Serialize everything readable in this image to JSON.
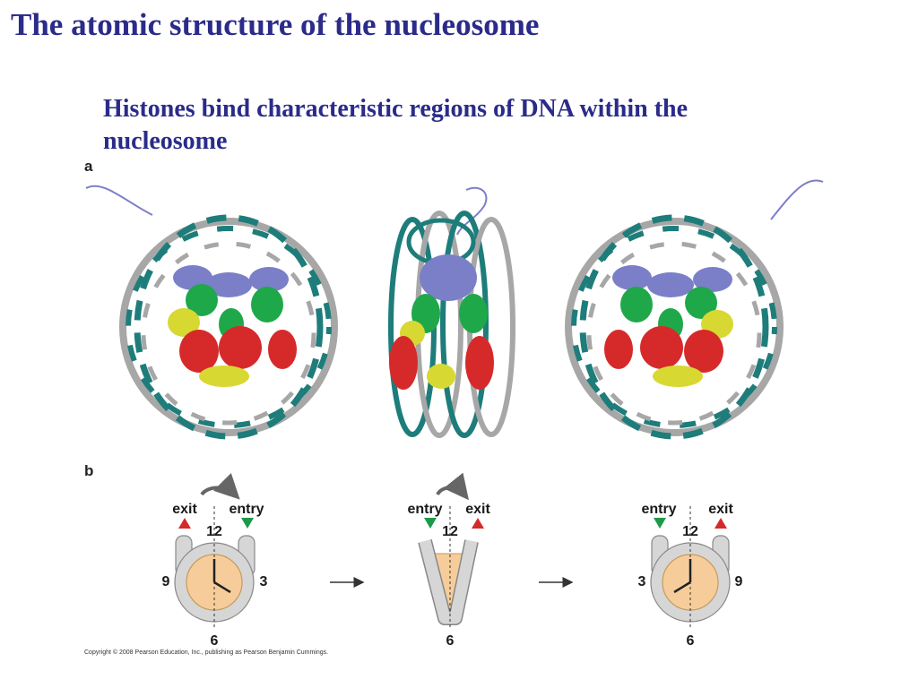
{
  "slide": {
    "title": "The atomic structure of the nucleosome",
    "subtitle": "Histones bind characteristic regions of DNA within the nucleosome",
    "copyright": "Copyright © 2008 Pearson Education, Inc., publishing as Pearson Benjamin Cummings."
  },
  "panel_a": {
    "label": "a"
  },
  "panel_b": {
    "label": "b",
    "diagrams": [
      {
        "left_label": "exit",
        "right_label": "entry",
        "hours": [
          "12",
          "3",
          "6",
          "9"
        ]
      },
      {
        "left_label": "entry",
        "right_label": "exit",
        "hours": [
          "12",
          "6"
        ]
      },
      {
        "left_label": "entry",
        "right_label": "exit",
        "hours": [
          "12",
          "9",
          "6",
          "3"
        ]
      }
    ]
  },
  "colors": {
    "title": "#2b2b8a",
    "dna_teal": "#1e7d7a",
    "dna_gray": "#a7a7a7",
    "histone_blue": "#7b7fc8",
    "histone_green": "#1fa84a",
    "histone_yellow": "#d8d832",
    "histone_red": "#d62a2a",
    "clock_face": "#f6cd9a",
    "clock_body": "#d6d6d6",
    "exit_arrow": "#d42a2a",
    "entry_arrow": "#1d9a48"
  }
}
